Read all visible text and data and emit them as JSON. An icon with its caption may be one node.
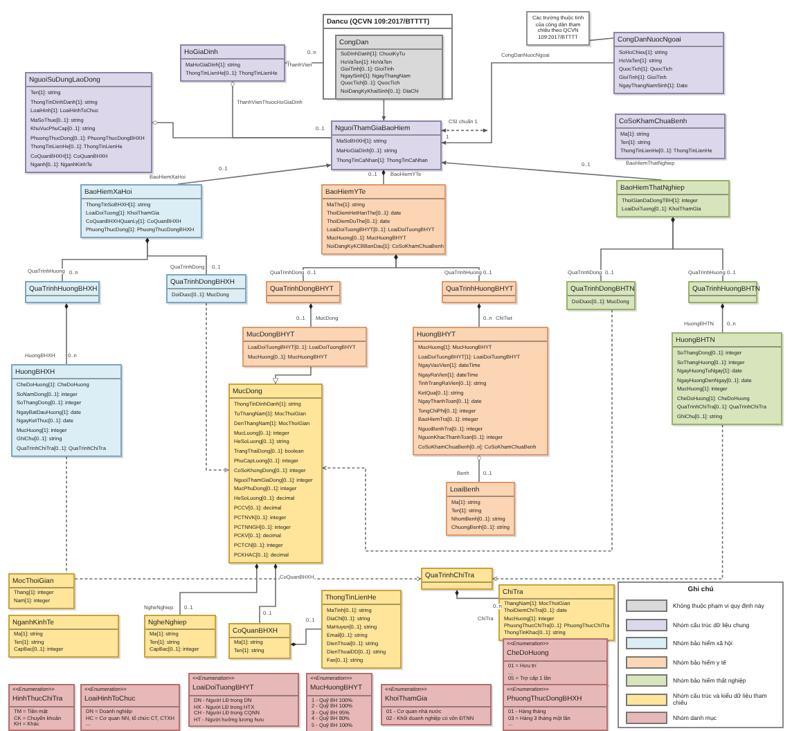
{
  "diagram": {
    "nodes": [
      {
        "text": [
          "Dancu (QCVN 109:2017/BTTTT)"
        ]
      },
      {
        "text": [
          "CongDan",
          "SoDinhDanh[1]: ChuoiKyTu",
          "HoVaTen[1]: HoVaTen",
          "GioiTinh[0..1]: GioiTinh",
          "NgaySinh[1]: NgayThangNam",
          "QuocTich[0..1]: QuocTich",
          "NoiDangKyKhaiSinh[0..1]: DiaChi"
        ],
        "in": 0
      },
      {
        "text": [
          "Các trường thuộc tính của công dân tham chiếu theo QCVN 109:2017/BTTTT"
        ]
      },
      {
        "text": [
          "CongDanNuocNgoai",
          "SoHoChieu[1]: string",
          "HoVaTen[1]: string",
          "QuocTich[1]: QuocTich",
          "GioiTinh[1]: GioiTinh",
          "NgayThangNamSinh[1]: Date"
        ]
      },
      {
        "text": [
          "HoGiaDinh",
          "MaHoGiaDinh[1]: string",
          "ThongTinLienHe[0..1]: ThongTinLienHe"
        ]
      },
      {
        "text": [
          "NguoiSuDungLaoDong",
          "Ten[1]: string",
          "ThongTinDinhDanh[1]: string",
          "LoaiHinh[1]: LoaiHinhToChuc",
          "MaSoThue[0..1]: string",
          "KhuVucPhuCap[0..1]: string",
          "PhuongThucDong[0..1]: PhuongThucDongBHXH",
          "ThongTinLienHe[0..1]: ThongTinLienHe",
          "CoQuanBHXH[1]: CoQuanBHXH",
          "Nganh[0..1]: NganhKinhTe"
        ]
      },
      {
        "text": [
          "NguoiThamGiaBaoHiem",
          "MaSoBHXH[1]: string",
          "MaHoGiaDinh[0..1]: string",
          "ThongTinCaNhan[1]: ThongTinCaNhan"
        ]
      },
      {
        "text": [
          "CoSoKhamChuaBenh",
          "Ma[1]: string",
          "Ten[1]: string",
          "ThongTinLienHe[0..1]: ThongTinLienHe"
        ]
      },
      {
        "text": [
          "BaoHiemXaHoi",
          "ThongTinSoBHXH[1]: string",
          "LoaiDoiTuong[1]: KhoiThamGia",
          "CoQuanBHXHQuanLy[1]: CoQuanBHXH",
          "PhuongThucDong[1]: PhuongThucDongBHXH"
        ]
      },
      {
        "text": [
          "BaoHiemYTe",
          "MaThe[1]: string",
          "ThoiDiemHetHanThe[0..1]: date",
          "ThoiDiemDuThe[0..1]: date",
          "LoaiDoiTuongBHYT[0..1]: LoaiDoiTuongBHYT",
          "MucHuong[0..1]: MucHuongBHYT",
          "NoiDangKyKCBBanDau[1]: CoSoKhamChuaBenh"
        ]
      },
      {
        "text": [
          "BaoHiemThatNghiep",
          "ThoiGianDaDongTBH[1]: integer",
          "LoaiDoiTuong[0..1]: KhoiThamGia"
        ]
      },
      {
        "text": [
          "QuaTrinhHuongBHXH"
        ]
      },
      {
        "text": [
          "QuaTrinhDongBHXH",
          "DoiDuoc[0..1]: MucDong"
        ]
      },
      {
        "text": [
          "QuaTrinhDongBHYT"
        ]
      },
      {
        "text": [
          "QuaTrinhHuongBHYT"
        ]
      },
      {
        "text": [
          "QuaTrinhDongBHTN",
          "DoiDuoc[0..1]: MucDong"
        ]
      },
      {
        "text": [
          "QuaTrinhHuongBHTN"
        ]
      },
      {
        "text": [
          "MucDongBHYT",
          "LoaiDoiTuongBHYT[0..1]: LoaiDoiTuongBHYT",
          "MucHuong[0..1]: MucHuongBHYT"
        ]
      },
      {
        "text": [
          "HuongBHYT",
          "MucHuong[1]: MucHuongBHYT",
          "LoaiDoiTuongBHYT[1]: LoaiDoiTuongBHYT",
          "NgayVaoVien[1]: dateTime",
          "NgayRaVien[1]: dateTime",
          "TinhTrangRaVien[0..1]: string",
          "KetQua[0..1]: string",
          "NgayThanhToan[0..1]: date",
          "TongChiPhi[0..1]: integer",
          "BaoHiemTra[0..1]: integer",
          "NguoiBenhTra[0..1]: integer",
          "NguonKhacThanhToan[0..1]: integer",
          "CoSoKhamChuaBenh[0..n]: CoSoKhamChuaBenh"
        ]
      },
      {
        "text": [
          "HuongBHTN",
          "SoThangDong[0..1]: integer",
          "SoThangHuong[0..1]: integer",
          "NgayHuongTuNgay[1]: date",
          "NgayHuongDenNgay[0..1]: date",
          "MucHuong[1]: integer",
          "CheDoHuong[1]: CheDoHuong",
          "QuaTrinhChiTra[0..1]: QuaTrinhChiTra",
          "GhiChu[0..1]: string"
        ]
      },
      {
        "text": [
          "HuongBHXH",
          "CheDoHuong[1]: CheDoHuong",
          "SoNamDong[0..1]: integer",
          "SoThangDong[0..1]: integer",
          "NgayBatDauHuong[1]: date",
          "NgayKetThuc[0..1]: date",
          "MucHuong[1]: integer",
          "GhiChu[0..1]: string",
          "QuaTrinhChiTra[0..1]: QuaTrinhChiTra"
        ]
      },
      {
        "text": [
          "MucDong",
          "ThongTinDinhDanh[1]: string",
          "TuThangNam[1]: MocThoiGian",
          "DenThangNam[1]: MocThoiGian",
          "MucLuong[0..1]: integer",
          "HeSoLuong[0..1]: string",
          "TrangThaiDong[0..1]: boolean",
          "PhuCapLuong[0..1]: integer",
          "CoSoKhongDong[0..1]: integer",
          "NguoiThamGiaDong[0..1]: integer",
          "MucPhuDong[0..1]: integer",
          "HeSoLuong[0..1]: decimal",
          "PCCV[0..1]: decimal",
          "PCTNVK[0..1]: integer",
          "PCTNNGH[0..1]: integer",
          "PCKV[0..1]: decimal",
          "PCTCN[0..1]: integer",
          "PCKHAC[0..1]: decimal"
        ]
      },
      {
        "text": [
          "LoaiBenh",
          "Ma[1]: string",
          "Ten[1]: string",
          "NhomBenh[0..1]: string",
          "ChuongBenh[0..1]: string"
        ]
      },
      {
        "text": [
          "MocThoiGian",
          "Thang[1]: integer",
          "Nam[1]: integer"
        ]
      },
      {
        "text": [
          "NganhKinhTe",
          "Ma[1]: string",
          "Ten[1]: string",
          "CapBac[0..1]: integer"
        ]
      },
      {
        "text": [
          "NgheNghiep",
          "Ma[1]: string",
          "Ten[1]: string",
          "CapBac[0..1]: integer"
        ]
      },
      {
        "text": [
          "CoQuanBHXH",
          "Ma[1]: string",
          "Ten[1]: string"
        ]
      },
      {
        "text": [
          "ThongTinLienHe",
          "MaTinh[0..1]: string",
          "DiaChi[0..1]: string",
          "MaHuyen[0..1]: string",
          "Email[0..1]: string",
          "DienThoai[0..1]: string",
          "DienThoaiDD[0..1]: string",
          "Fax[0..1]: string"
        ]
      },
      {
        "text": [
          "QuaTrinhChiTra"
        ]
      },
      {
        "text": [
          "ChiTra",
          "ThangNam[1]: MocThoiGian",
          "ThoiDiemChiTra[0..1]: date",
          "MucHuong[1]: integer",
          "PhuongThucChiTra[0..1]: PhuongThucChiTra",
          "ThongTinKhac[0..1]: string"
        ]
      },
      {
        "text": [
          "<<Enumeration>>",
          "HinhThucChiTra",
          "TM = Tiền mặt",
          "CK = Chuyển khoản",
          "KH = Khác"
        ]
      },
      {
        "text": [
          "<<Enumeration>>",
          "LoaiHinhToChuc",
          "DN = Doanh nghiệp",
          "HC = Cơ quan NN, tổ chức CT, CTXH",
          "..."
        ]
      },
      {
        "text": [
          "<<Enumeration>>",
          "LoaiDoiTuongBHYT",
          "DN - Người LĐ trong DN",
          "HX - Người LĐ trong HTX",
          "CH - Người LĐ trong CQNN",
          "HT - Người hưởng lương hưu"
        ]
      },
      {
        "text": [
          "<<Enumeration>>",
          "MucHuongBHYT",
          "1 - Quỹ BH 100%",
          "2 - Quỹ BH 100%",
          "3 - Quỹ BH 95%",
          "4 - Quỹ BH 80%",
          "5 - Quỹ BH 100%"
        ]
      },
      {
        "text": [
          "<<Enumeration>>",
          "KhoiThamGia",
          "01 - Cơ quan nhà nước",
          "02 - Khối doanh nghiệp có vốn ĐTNN"
        ]
      },
      {
        "text": [
          "<<Enumeration>>",
          "CheDoHuong",
          "01 = Hưu trí",
          "...",
          "05 = Trợ cấp 1 lần"
        ]
      },
      {
        "text": [
          "<<Enumeration>>",
          "PhuongThucDongBHXH",
          "01 - Hàng tháng",
          "03 = Hàng 3 tháng một lần",
          "..."
        ]
      }
    ],
    "edges": [
      {
        "from": 5,
        "to": 6,
        "arrow": "other"
      },
      {
        "from": 4,
        "to": 6,
        "arrow": "other",
        "label": "ThanhVienThuocHoGiaDinh"
      },
      {
        "from": 4,
        "to": 0,
        "arrow": "other",
        "label": "ThanhVien"
      },
      {
        "from": 0,
        "to": 6,
        "arrow": "to"
      },
      {
        "from": 6,
        "to": null,
        "arrow": "both",
        "style": "dashed",
        "label": "CSI chuẩn 1"
      },
      {
        "from": 3,
        "to": 6,
        "arrow": "to",
        "label": "CongDanNuocNgoai"
      },
      {
        "from": 2,
        "to": 3,
        "arrow": "none"
      },
      {
        "from": 8,
        "to": 6,
        "arrow": "to",
        "label": "BaoHiemXaHoi"
      },
      {
        "from": 9,
        "to": 6,
        "arrow": "other",
        "label": "BaoHiemYTe"
      },
      {
        "from": 10,
        "to": 6,
        "arrow": "to",
        "label": "BaoHiemThatNghiep"
      },
      {
        "from": 11,
        "to": 8,
        "arrow": "other",
        "label": "QuaTrinhHuong"
      },
      {
        "from": 12,
        "to": 8,
        "arrow": "other",
        "label": "QuaTrinhDong"
      },
      {
        "from": 13,
        "to": 9,
        "arrow": "other",
        "label": "QuaTrinhDong"
      },
      {
        "from": 14,
        "to": 9,
        "arrow": "other",
        "label": "QuaTrinhHuong"
      },
      {
        "from": 15,
        "to": 10,
        "arrow": "other",
        "label": "QuaTrinhDong"
      },
      {
        "from": 16,
        "to": 10,
        "arrow": "other",
        "label": "QuaTrinhHuong"
      },
      {
        "from": 20,
        "to": 11,
        "arrow": "other",
        "label": "HuongBHXH"
      },
      {
        "from": 17,
        "to": 13,
        "arrow": "other",
        "label": "MucDong"
      },
      {
        "from": 18,
        "to": 14,
        "arrow": "other",
        "label": "ChiTiet"
      },
      {
        "from": 19,
        "to": 16,
        "arrow": "other",
        "label": "HuongBHTN"
      },
      {
        "from": 17,
        "to": 21,
        "arrow": "to"
      },
      {
        "from": 12,
        "to": 21,
        "arrow": "to",
        "style": "dashed"
      },
      {
        "from": 15,
        "to": 21,
        "arrow": "to",
        "style": "dashed"
      },
      {
        "from": 22,
        "to": 18,
        "arrow": "other",
        "label": "Benh"
      },
      {
        "from": 20,
        "to": 28,
        "arrow": "to",
        "style": "dashed"
      },
      {
        "from": 19,
        "to": 28,
        "arrow": "to",
        "style": "dashed"
      },
      {
        "from": 25,
        "to": 21,
        "arrow": "other",
        "label": "NgheNghiep"
      },
      {
        "from": 26,
        "to": 21,
        "arrow": "other",
        "label": "CoQuanBHXH"
      },
      {
        "from": 27,
        "to": 26,
        "arrow": "other"
      },
      {
        "from": 29,
        "to": 28,
        "arrow": "other",
        "label": "ChiTra"
      }
    ],
    "labels": [
      "Ghi chú",
      "0..1",
      "0..1",
      "0..1",
      "0..1",
      "1",
      "0..n",
      "0..n",
      "0..1",
      "0..1",
      "0..1",
      "0..1",
      "0..1",
      "0..n",
      "0..1",
      "0..n",
      "0..n",
      "0..1",
      "0..1",
      "0..1",
      "0..1",
      "0..n"
    ],
    "legend": [
      {
        "text": "Không thuộc phạm vi quy định này",
        "color": "#d9d9d9"
      },
      {
        "text": "Nhóm cấu trúc dữ liệu chung",
        "color": "#dcd7ea"
      },
      {
        "text": "Nhóm bảo hiểm xã hội",
        "color": "#dbeef5"
      },
      {
        "text": "Nhóm bảo hiểm y tế",
        "color": "#fcd5b4"
      },
      {
        "text": "Nhóm bảo hiểm thất nghiệp",
        "color": "#d8e4bc"
      },
      {
        "text": "Nhóm cấu trúc và kiểu dữ liệu tham chiếu",
        "color": "#fee599"
      },
      {
        "text": "Nhóm danh mục",
        "color": "#e6b8b7"
      }
    ]
  }
}
